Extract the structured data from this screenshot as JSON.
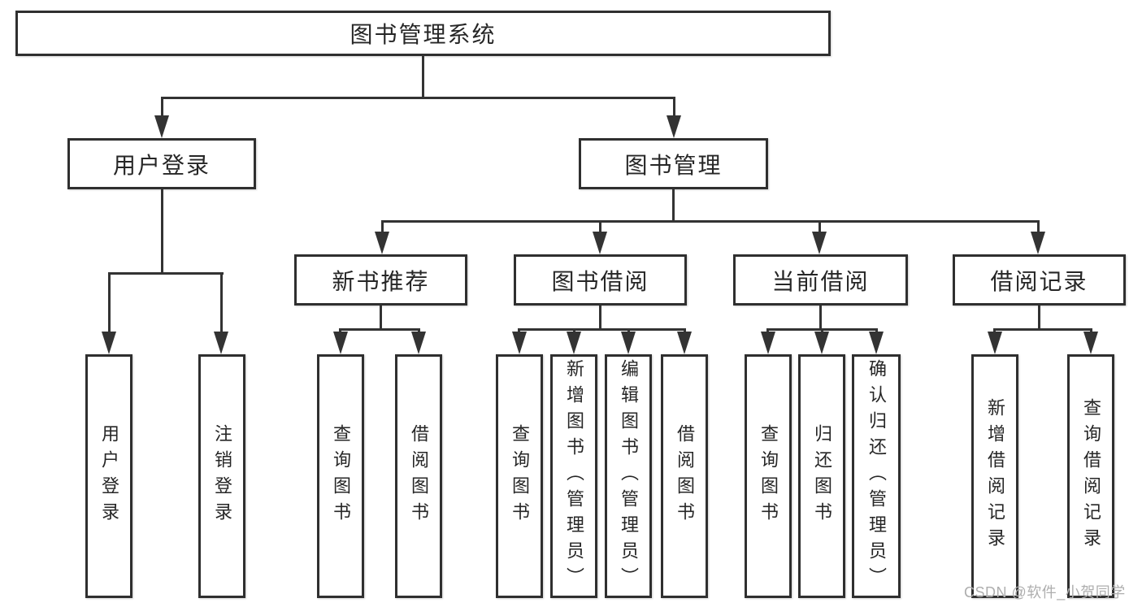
{
  "diagram_type": "tree-diagram",
  "tree": {
    "label": "图书管理系统",
    "children": [
      {
        "label": "用户登录",
        "children": [
          {
            "label": "用户登录"
          },
          {
            "label": "注销登录"
          }
        ]
      },
      {
        "label": "图书管理",
        "children": [
          {
            "label": "新书推荐",
            "children": [
              {
                "label": "查询图书"
              },
              {
                "label": "借阅图书"
              }
            ]
          },
          {
            "label": "图书借阅",
            "children": [
              {
                "label": "查询图书"
              },
              {
                "label": "新增图书（管理员）"
              },
              {
                "label": "编辑图书（管理员）"
              },
              {
                "label": "借阅图书"
              }
            ]
          },
          {
            "label": "当前借阅",
            "children": [
              {
                "label": "查询图书"
              },
              {
                "label": "归还图书"
              },
              {
                "label": "确认归还（管理员）"
              }
            ]
          },
          {
            "label": "借阅记录",
            "children": [
              {
                "label": "新增借阅记录"
              },
              {
                "label": "查询借阅记录"
              }
            ]
          }
        ]
      }
    ]
  },
  "watermark": {
    "text": "CSDN @软件_小贺同学"
  },
  "colors": {
    "line": "#333333",
    "border": "#2f2f2f",
    "text": "#262626",
    "watermark": "#aeaeae",
    "background": "#ffffff"
  }
}
